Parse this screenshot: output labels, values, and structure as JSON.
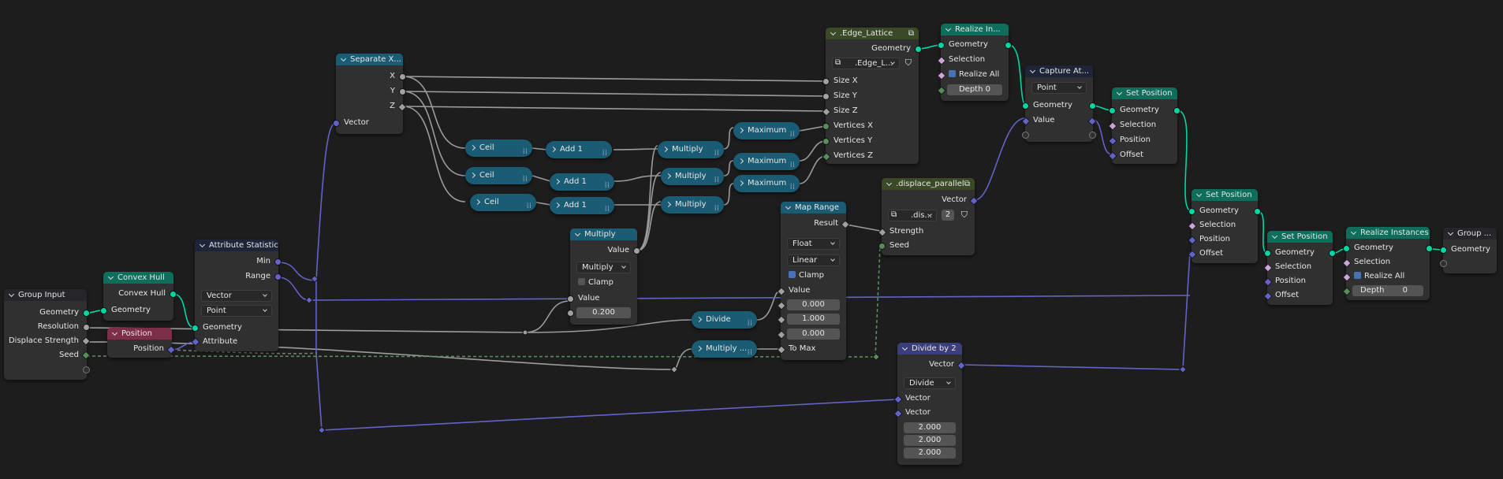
{
  "nodes": {
    "group_input": {
      "title": "Group Input",
      "outputs": [
        "Geometry",
        "Resolution",
        "Displace Strength",
        "Seed"
      ]
    },
    "convex_hull": {
      "title": "Convex Hull",
      "output": "Convex Hull",
      "input": "Geometry"
    },
    "position": {
      "title": "Position",
      "output": "Position"
    },
    "attribute_statistic": {
      "title": "Attribute Statistic",
      "outputs": [
        "Min",
        "Range"
      ],
      "data_type": "Vector",
      "domain": "Point",
      "inputs": [
        "Geometry",
        "Attribute"
      ]
    },
    "separate_xyz": {
      "title": "Separate X...",
      "outputs": [
        "X",
        "Y",
        "Z"
      ],
      "input": "Vector"
    },
    "ceil": {
      "title": "Ceil"
    },
    "add1": {
      "title": "Add 1"
    },
    "multiply": {
      "title": "Multiply"
    },
    "maximum": {
      "title": "Maximum"
    },
    "multiply_mid": {
      "title": "Multiply",
      "output": "Value",
      "operation": "Multiply",
      "clamp": "Clamp",
      "input": "Value",
      "value": "0.200"
    },
    "edge_lattice": {
      "title": ".Edge_Lattice",
      "output": "Geometry",
      "group_name": ".Edge_L...",
      "inputs": [
        "Size X",
        "Size Y",
        "Size Z",
        "Vertices X",
        "Vertices Y",
        "Vertices Z"
      ]
    },
    "realize_top": {
      "title": "Realize In...",
      "inputs": [
        "Geometry",
        "Selection",
        "Realize All"
      ],
      "depth_label": "Depth",
      "depth_value": "0"
    },
    "capture_attr": {
      "title": "Capture At...",
      "domain": "Point",
      "rows": [
        "Geometry",
        "Value"
      ]
    },
    "set_position_1": {
      "title": "Set Position",
      "inputs": [
        "Geometry",
        "Selection",
        "Position",
        "Offset"
      ]
    },
    "displace_parallel": {
      "title": ".displace_parallel",
      "output": "Vector",
      "group_name": ".dis...",
      "user_count": "2",
      "inputs": [
        "Strength",
        "Seed"
      ]
    },
    "map_range": {
      "title": "Map Range",
      "output": "Result",
      "data_type": "Float",
      "interpolation": "Linear",
      "clamp": "Clamp",
      "value_label": "Value",
      "fields": [
        "0.000",
        "1.000",
        "0.000"
      ],
      "to_max": "To Max"
    },
    "divide": {
      "title": "Divide"
    },
    "multiply_small": {
      "title": "Multiply ..."
    },
    "divide_by2": {
      "title": "Divide by 2",
      "output": "Vector",
      "operation": "Divide",
      "inputs": [
        "Vector",
        "Vector"
      ],
      "values": [
        "2.000",
        "2.000",
        "2.000"
      ]
    },
    "set_position_2": {
      "title": "Set Position",
      "inputs": [
        "Geometry",
        "Selection",
        "Position",
        "Offset"
      ]
    },
    "set_position_3": {
      "title": "Set Position",
      "inputs": [
        "Geometry",
        "Selection",
        "Position",
        "Offset"
      ]
    },
    "realize_instances": {
      "title": "Realize Instances",
      "inputs": [
        "Geometry",
        "Selection",
        "Realize All"
      ],
      "depth_label": "Depth",
      "depth_value": "0"
    },
    "group_output": {
      "title": "Group ...",
      "input": "Geometry"
    }
  },
  "colors": {
    "background": "#1d1d1d",
    "node_body": "#303030",
    "geometry_socket": "#00d6a3",
    "vector_socket": "#6363c7",
    "float_socket": "#a1a1a1",
    "boolean_socket": "#cca6d6",
    "integer_socket": "#598c5c",
    "geometry_header": "#0e6e5b",
    "converter_header": "#1a5c74",
    "input_header": "#1e2538",
    "group_header": "#3a4a26",
    "attribute_header": "#7f2e49"
  },
  "icons": [
    "chevron-down-icon",
    "node-group-icon",
    "shield-icon",
    "checkbox-icon",
    "grip-icon"
  ]
}
